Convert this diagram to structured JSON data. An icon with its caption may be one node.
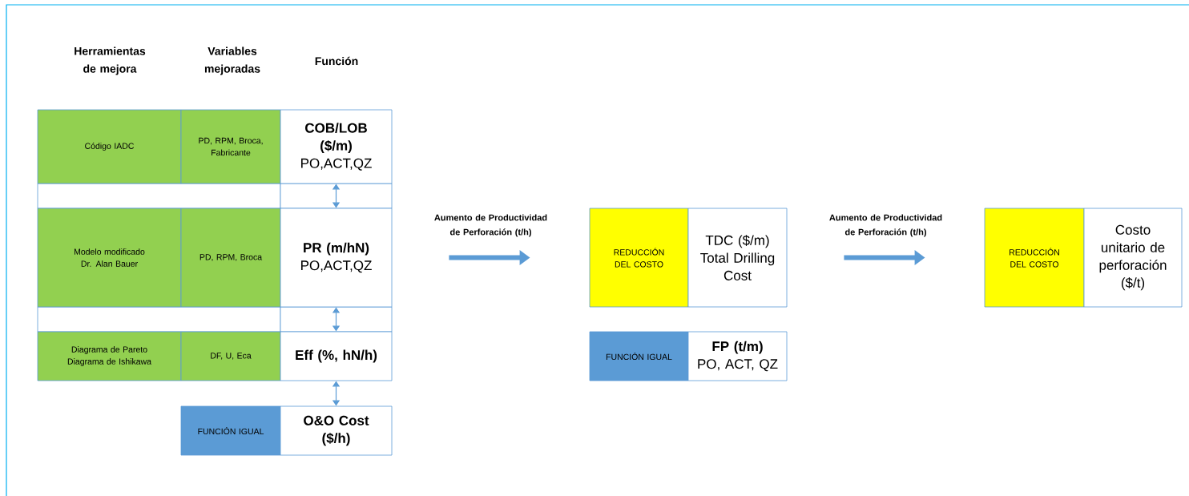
{
  "diagram": {
    "nodes": [
      {
        "text": [
          "Código IADC"
        ]
      },
      {
        "text": [
          "PD, RPM, Broca, Fabricante"
        ]
      },
      {
        "text": [
          "COB/LOB ($/m)",
          "PO,ACT,QZ"
        ]
      },
      {
        "text": [
          "Modelo modificado Dr. Alan Bauer"
        ]
      },
      {
        "text": [
          "PD, RPM, Broca"
        ]
      },
      {
        "text": [
          "PR (m/hN)",
          "PO,ACT,QZ"
        ]
      },
      {
        "text": [
          "Diagrama de Pareto",
          "Diagrama de Ishikawa"
        ]
      },
      {
        "text": [
          "DF, U, Eca"
        ]
      },
      {
        "text": [
          "Eff (%, hN/h)"
        ]
      },
      {
        "text": [
          "FUNCIÓN IGUAL"
        ]
      },
      {
        "text": [
          "O&O Cost ($/h)"
        ]
      },
      {
        "text": [
          "REDUCCIÓN DEL COSTO"
        ]
      },
      {
        "text": [
          "TDC ($/m)",
          "Total Drilling Cost"
        ]
      },
      {
        "text": [
          "FUNCIÓN IGUAL"
        ]
      },
      {
        "text": [
          "FP (t/m)",
          "PO, ACT, QZ"
        ]
      },
      {
        "text": [
          "REDUCCIÓN DEL COSTO"
        ]
      },
      {
        "text": [
          "Costo unitario de perforación ($/t)"
        ]
      }
    ],
    "edges": [
      {
        "from": 2,
        "to": 5,
        "arrow": "both"
      },
      {
        "from": 5,
        "to": 8,
        "arrow": "both"
      },
      {
        "from": 8,
        "to": 10,
        "arrow": "both"
      },
      {
        "from": 5,
        "to": 11,
        "arrow": "to",
        "style": "thick",
        "label": "Aumento de Productividad de Perforación (t/h)"
      },
      {
        "from": 12,
        "to": 15,
        "arrow": "to",
        "style": "thick",
        "label": "Aumento de Productividad de Perforación (t/h)"
      }
    ],
    "labels": [
      "Herramientas de mejora",
      "Variables mejoradas",
      "Función"
    ]
  }
}
